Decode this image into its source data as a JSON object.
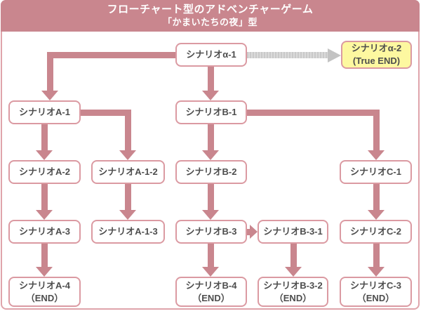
{
  "header": {
    "title": "フローチャート型のアドベンチャーゲーム",
    "subtitle": "「かまいたちの夜」型"
  },
  "colors": {
    "accent_pink": "#c9868e",
    "box_border_pink": "#db9aa2",
    "frame_border_pink": "#dfa4ab",
    "highlight_yellow": "#fdf8a0",
    "gray_arrow": "#c3c3c3",
    "text_dark": "#4d4d4d",
    "header_text": "#ffffff"
  },
  "nodes": {
    "alpha1": {
      "label": "シナリオα-1"
    },
    "alpha2": {
      "label": "シナリオα-2",
      "sublabel": "(True END)"
    },
    "a1": {
      "label": "シナリオA-1"
    },
    "b1": {
      "label": "シナリオB-1"
    },
    "a2": {
      "label": "シナリオA-2"
    },
    "a12": {
      "label": "シナリオA-1-2"
    },
    "b2": {
      "label": "シナリオB-2"
    },
    "c1": {
      "label": "シナリオC-1"
    },
    "a3": {
      "label": "シナリオA-3"
    },
    "a13": {
      "label": "シナリオA-1-3"
    },
    "b3": {
      "label": "シナリオB-3"
    },
    "b31": {
      "label": "シナリオB-3-1"
    },
    "c2": {
      "label": "シナリオC-2"
    },
    "a4": {
      "label": "シナリオA-4",
      "sublabel": "（END）"
    },
    "b4": {
      "label": "シナリオB-4",
      "sublabel": "（END）"
    },
    "b32": {
      "label": "シナリオB-3-2",
      "sublabel": "（END）"
    },
    "c3": {
      "label": "シナリオC-3",
      "sublabel": "（END）"
    }
  }
}
